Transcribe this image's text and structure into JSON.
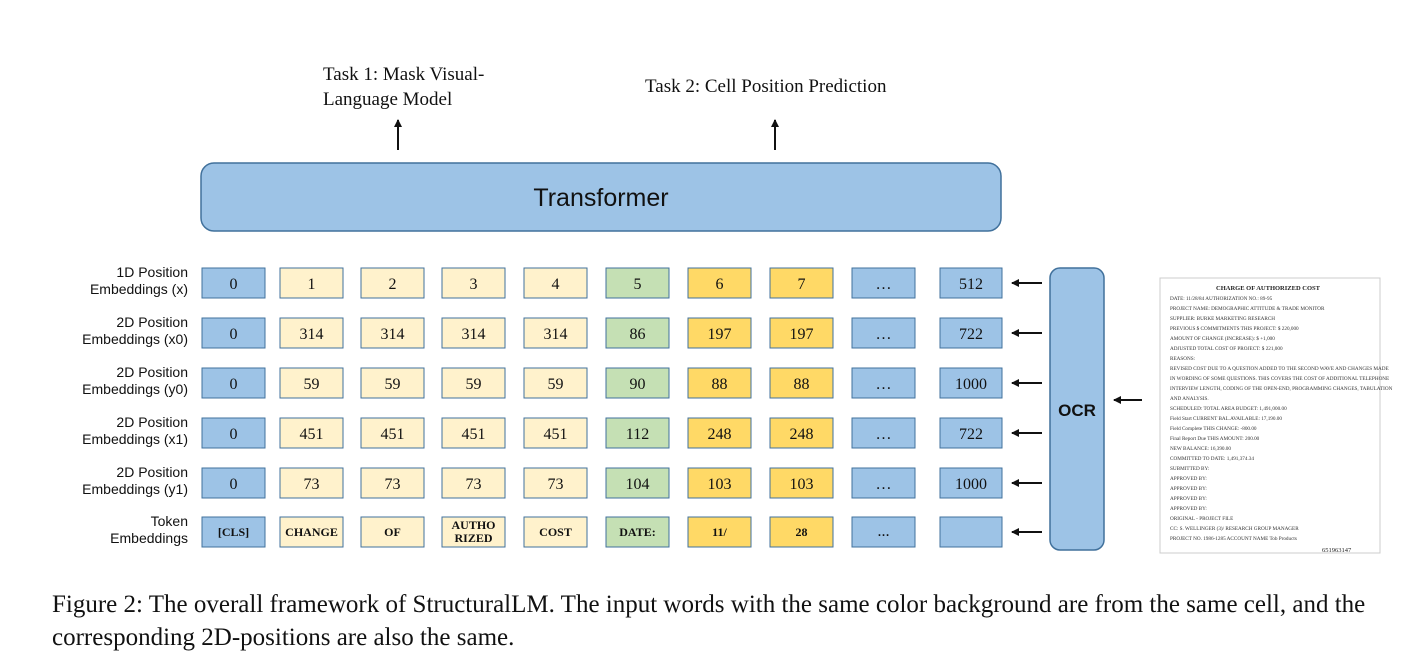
{
  "tasks": [
    {
      "label_lines": [
        "Task 1: Mask Visual-",
        "Language Model"
      ]
    },
    {
      "label_lines": [
        "Task 2: Cell Position Prediction"
      ]
    }
  ],
  "transformer": {
    "label": "Transformer"
  },
  "ocr": {
    "label": "OCR"
  },
  "rows": [
    {
      "label_lines": [
        "1D Position",
        "Embeddings (x)"
      ],
      "cells": [
        "0",
        "1",
        "2",
        "3",
        "4",
        "5",
        "6",
        "7",
        "…",
        "512"
      ]
    },
    {
      "label_lines": [
        "2D Position",
        "Embeddings (x0)"
      ],
      "cells": [
        "0",
        "314",
        "314",
        "314",
        "314",
        "86",
        "197",
        "197",
        "…",
        "722"
      ]
    },
    {
      "label_lines": [
        "2D Position",
        "Embeddings (y0)"
      ],
      "cells": [
        "0",
        "59",
        "59",
        "59",
        "59",
        "90",
        "88",
        "88",
        "…",
        "1000"
      ]
    },
    {
      "label_lines": [
        "2D Position",
        "Embeddings (x1)"
      ],
      "cells": [
        "0",
        "451",
        "451",
        "451",
        "451",
        "112",
        "248",
        "248",
        "…",
        "722"
      ]
    },
    {
      "label_lines": [
        "2D Position",
        "Embeddings (y1)"
      ],
      "cells": [
        "0",
        "73",
        "73",
        "73",
        "73",
        "104",
        "103",
        "103",
        "…",
        "1000"
      ]
    },
    {
      "label_lines": [
        "Token",
        "Embeddings"
      ],
      "cells": [
        "[CLS]",
        "CHANGE",
        "OF",
        "AUTHO\nRIZED",
        "COST",
        "DATE:",
        "11/",
        "28",
        "…",
        ""
      ]
    }
  ],
  "column_groups": [
    "cls",
    "cell_a",
    "cell_a",
    "cell_a",
    "cell_a",
    "cell_b",
    "cell_c",
    "cell_c",
    "other",
    "other"
  ],
  "colors": {
    "cls": "#9dc3e6",
    "cell_a": "#fff2cc",
    "cell_b": "#c5e0b4",
    "cell_c": "#ffd966",
    "other": "#9dc3e6",
    "transformer_fill": "#9dc3e6",
    "border": "#41719c",
    "text": "#111111"
  },
  "document_image": {
    "title": "CHARGE OF AUTHORIZED COST",
    "lines": [
      "DATE:  11/28/84          AUTHORIZATION NO.:  89-95",
      "PROJECT NAME:  DEMOGRAPHIC ATTITUDE & TRADE MONITOR",
      "SUPPLIER:  BURKE MARKETING RESEARCH",
      "PREVIOUS $ COMMITMENTS THIS PROJECT:   $ 220,000",
      "AMOUNT OF CHANGE (INCREASE):   $ +1,000",
      "ADJUSTED TOTAL COST OF PROJECT:   $ 221,000",
      "REASONS:",
      "REVISED COST DUE TO A QUESTION ADDED TO THE SECOND WAVE AND CHANGES MADE",
      "IN WORDING OF SOME QUESTIONS. THIS COVERS THE COST OF ADDITIONAL TELEPHONE",
      "INTERVIEW LENGTH, CODING OF THE OPEN-END, PROGRAMMING CHANGES, TABULATION",
      "AND ANALYSIS.",
      "SCHEDULED:                   TOTAL AREA BUDGET:   1,491,000.00",
      "Field Start                  CURRENT BAL.AVAILABLE:   17,190.00",
      "Field Complete               THIS CHANGE:   -800.00",
      "Final Report Due             THIS AMOUNT:   200.00",
      "                             NEW BALANCE:   16,390.00",
      "                             COMMITTED TO DATE:   1,491,374.34",
      "SUBMITTED BY:",
      "APPROVED BY:",
      "APPROVED BY:",
      "APPROVED BY:",
      "APPROVED BY:",
      "ORIGINAL - PROJECT FILE",
      "CC:  S. WELLINGER (3)/ RESEARCH GROUP MANAGER",
      "PROJECT NO.  1986-1285    ACCOUNT NAME  Tob Products"
    ],
    "number_stamp": "651963147"
  },
  "caption": {
    "text": "Figure 2: The overall framework of StructuralLM. The input words with the same color background are from the same cell, and the corresponding 2D-positions are also the same."
  }
}
